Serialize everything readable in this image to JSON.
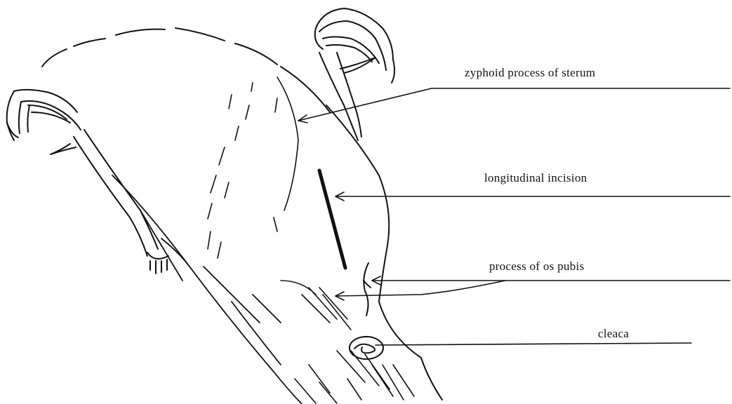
{
  "figure": {
    "labels": {
      "xiphoid": "zyphoid process of sterum",
      "incision": "longitudinal incision",
      "pubis": "process of os pubis",
      "cloaca": "cleaca"
    }
  },
  "colors": {
    "ink": "#111111",
    "background": "#ffffff"
  }
}
